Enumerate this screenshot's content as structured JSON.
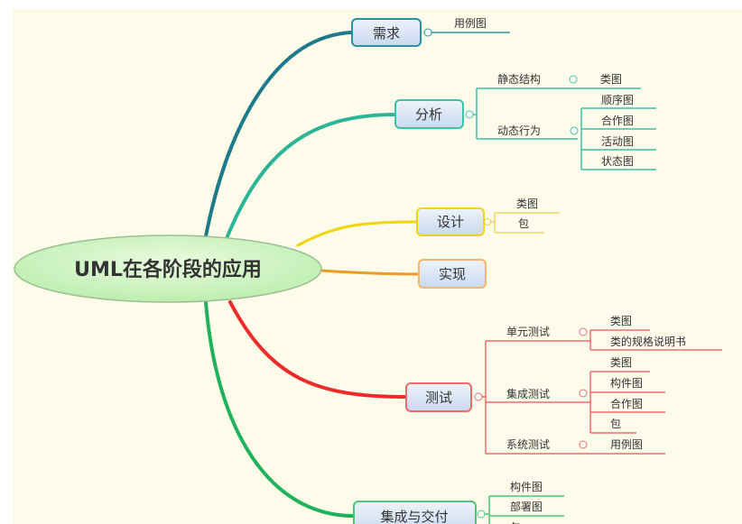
{
  "root": {
    "label": "UML在各阶段的应用"
  },
  "colors": {
    "background": "#fdfbea",
    "xuqiu": "#1d7a8a",
    "fenxi": "#2bb596",
    "sheji": "#f2d40c",
    "shixian": "#f39a1e",
    "ceshi": "#ee2a2a",
    "jiaofu": "#1fb25a"
  },
  "branches": {
    "xuqiu": {
      "label": "需求",
      "children": [
        "用例图"
      ]
    },
    "fenxi": {
      "label": "分析",
      "static": {
        "label": "静态结构",
        "children": [
          "类图"
        ]
      },
      "dynamic": {
        "label": "动态行为",
        "children": [
          "顺序图",
          "合作图",
          "活动图",
          "状态图"
        ]
      }
    },
    "sheji": {
      "label": "设计",
      "children": [
        "类图",
        "包"
      ]
    },
    "shixian": {
      "label": "实现"
    },
    "ceshi": {
      "label": "测试",
      "unit": {
        "label": "单元测试",
        "children": [
          "类图",
          "类的规格说明书"
        ]
      },
      "integration": {
        "label": "集成测试",
        "children": [
          "类图",
          "构件图",
          "合作图",
          "包"
        ]
      },
      "system": {
        "label": "系统测试",
        "children": [
          "用例图"
        ]
      }
    },
    "jiaofu": {
      "label": "集成与交付",
      "children": [
        "构件图",
        "部署图",
        "包"
      ]
    }
  }
}
